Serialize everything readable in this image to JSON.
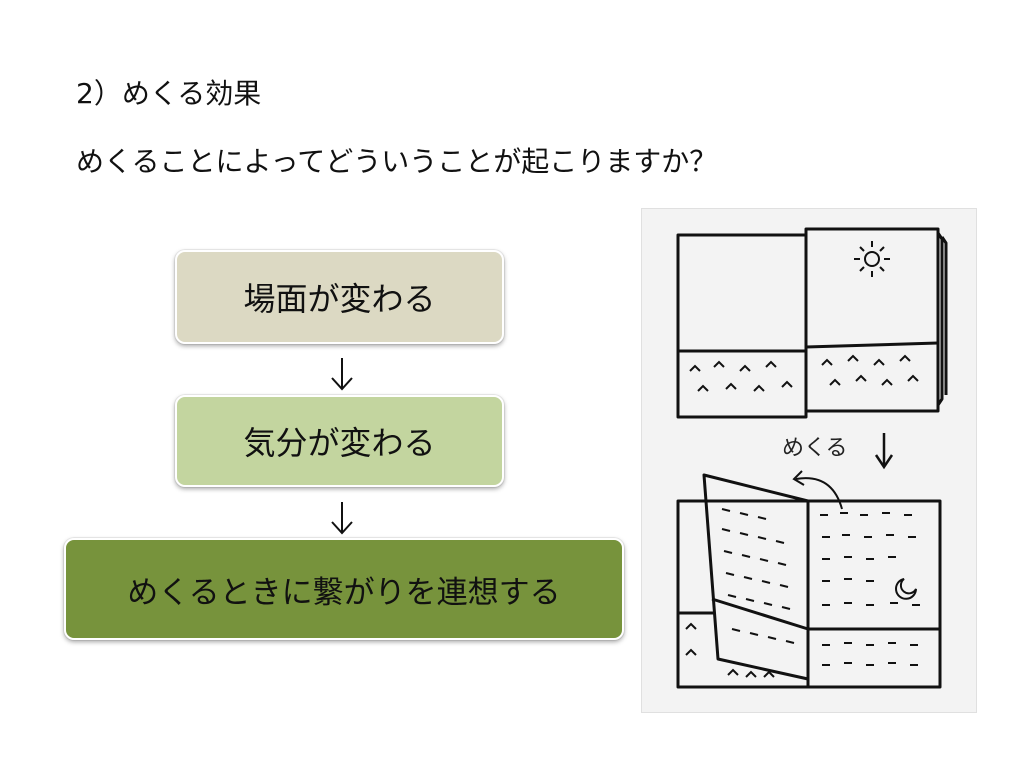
{
  "slide": {
    "heading": "2）めくる効果",
    "question": "めくることによってどういうことが起こりますか？"
  },
  "flow": {
    "steps": [
      {
        "label": "場面が変わる",
        "color": "#dcd9c3"
      },
      {
        "label": "気分が変わる",
        "color": "#c3d59f"
      },
      {
        "label": "めくるときに繋がりを連想する",
        "color": "#77933c"
      }
    ],
    "arrow_icon": "down-arrow-icon"
  },
  "illustration": {
    "label": "めくる",
    "icons": [
      "sun-icon",
      "moon-icon",
      "curved-arrow-icon",
      "down-arrow-icon"
    ]
  }
}
